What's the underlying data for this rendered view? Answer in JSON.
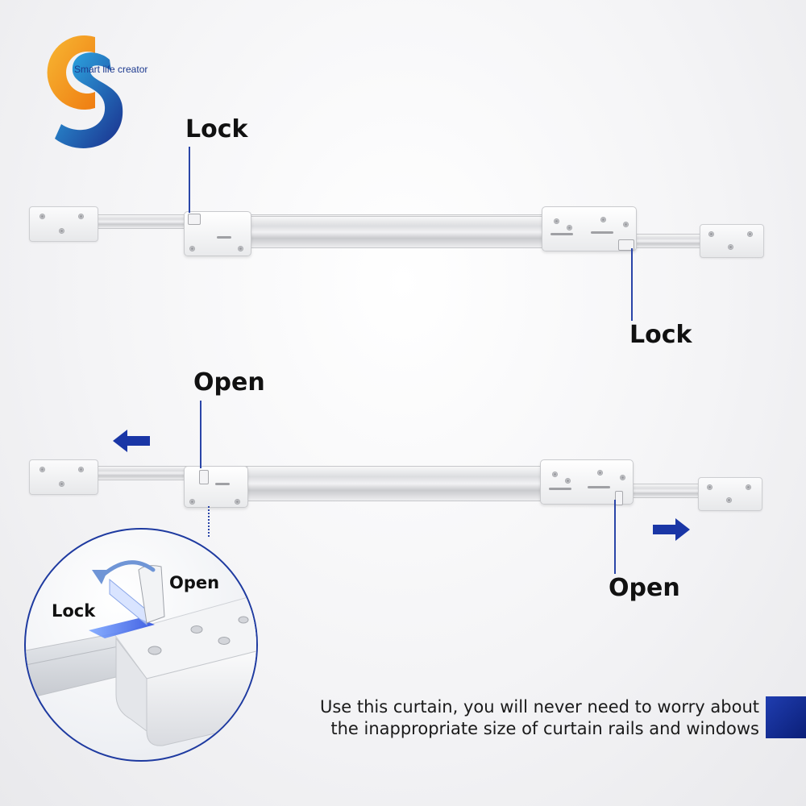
{
  "brand": {
    "tagline": "Smart life creator",
    "colors": {
      "orange": "#f39a1e",
      "blue": "#1d3a8f",
      "cyan": "#29b6e8"
    }
  },
  "labels": {
    "top_left_lock": "Lock",
    "top_right_lock": "Lock",
    "bottom_left_open": "Open",
    "bottom_right_open": "Open"
  },
  "inset": {
    "open_label": "Open",
    "lock_label": "Lock"
  },
  "icons": {
    "left_arrow": "arrow-left-icon",
    "right_arrow": "arrow-right-icon"
  },
  "caption": {
    "line1": "Use this curtain, you will never need to worry about",
    "line2": "the inappropriate size of curtain rails and windows"
  },
  "accent_color": "#1a36a6"
}
